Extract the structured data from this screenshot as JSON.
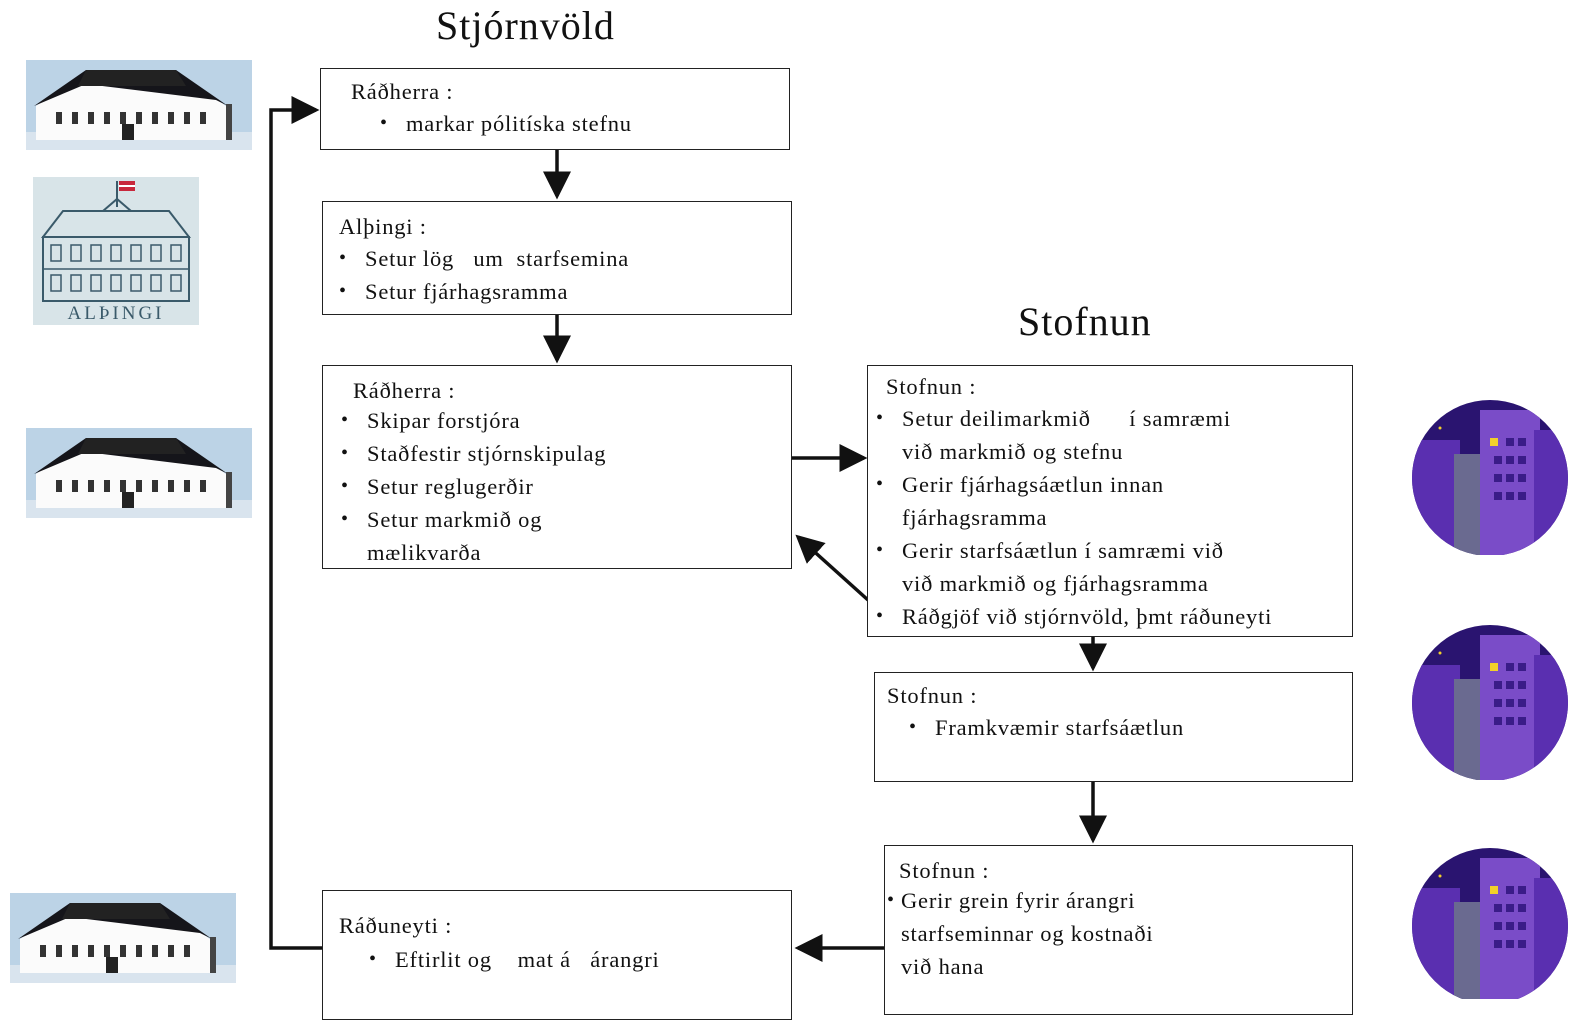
{
  "headings": {
    "government": "Stjórnvöld",
    "agency": "Stofnun"
  },
  "boxes": {
    "minister_policy": {
      "title": "Ráðherra  :",
      "items": [
        "markar pólitíska stefnu"
      ]
    },
    "parliament": {
      "title": "Alþingi  :",
      "items": [
        "Setur lög   um  starfsemina",
        "Setur fjárhagsramma"
      ]
    },
    "minister_actions": {
      "title": "Ráðherra  :",
      "items": [
        "Skipar forstjóra",
        "Staðfestir stjórnskipulag",
        "Setur reglugerðir",
        "Setur markmið og\nmælikvarða"
      ]
    },
    "agency_planning": {
      "title": "Stofnun :",
      "items": [
        "Setur deilimarkmið      í samræmi\nvið markmið og stefnu",
        "Gerir fjárhagsáætlun innan\nfjárhagsramma",
        "Gerir starfsáætlun í samræmi við\nvið markmið og fjárhagsramma",
        "Ráðgjöf við stjórnvöld, þmt ráðuneyti"
      ]
    },
    "agency_execution": {
      "title": "Stofnun  :",
      "items": [
        "Framkvæmir starfsáætlun"
      ]
    },
    "agency_reporting": {
      "title": "Stofnun  :",
      "items": [
        "Gerir grein fyrir árangri\nstarfseminnar og kostnaði\nvið hana"
      ]
    },
    "ministry_review": {
      "title": "Ráðuneyti  :",
      "items": [
        "Eftirlit og    mat á   árangri"
      ]
    }
  },
  "logos": {
    "parliament_logo_text": "ALÞINGI"
  },
  "icons": {
    "government_house": "government-house-icon",
    "parliament": "parliament-building-icon",
    "agency": "night-city-icon"
  },
  "colors": {
    "line": "#111111",
    "sky": "#bcd3e6",
    "night": "#2a1470",
    "building_purple": "#7a4cc8"
  }
}
